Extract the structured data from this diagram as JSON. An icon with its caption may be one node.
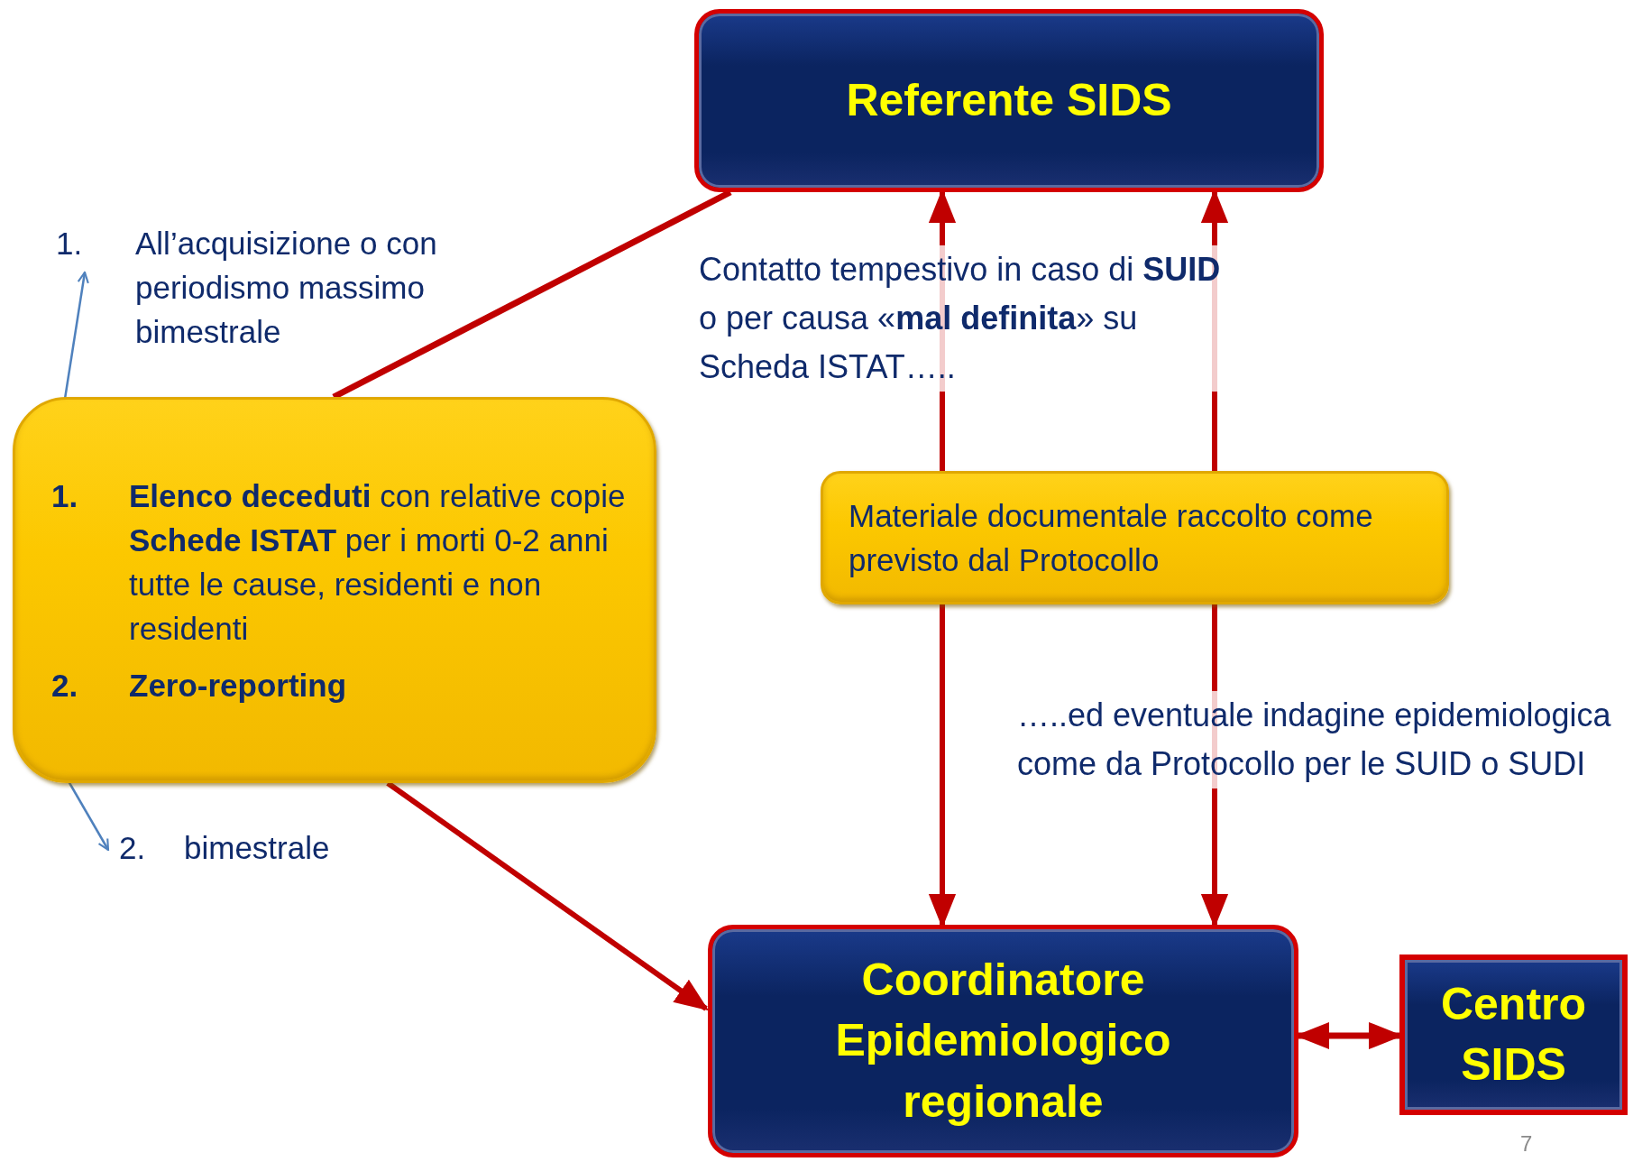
{
  "diagram": {
    "nodes": [
      {
        "text": [
          "Referente SIDS"
        ]
      },
      {
        "text": [
          "1.",
          "All’acquisizione o con periodismo massimo bimestrale"
        ]
      },
      {
        "text": [
          "1.",
          "**Elenco deceduti** con relative copie **Schede ISTAT** per i morti 0-2 anni tutte le cause, residenti e non residenti",
          "2.",
          "Zero-reporting"
        ]
      },
      {
        "text": [
          "Materiale documentale raccolto come previsto dal Protocollo"
        ]
      },
      {
        "text": [
          "2.",
          "bimestrale"
        ]
      },
      {
        "text": [
          "Coordinatore Epidemiologico regionale"
        ]
      },
      {
        "text": [
          "Centro SIDS"
        ]
      }
    ],
    "edges": [
      {
        "from": 2,
        "to": 0,
        "arrow": "none"
      },
      {
        "from": 2,
        "to": 5,
        "arrow": "to"
      },
      {
        "from": 3,
        "to": 0,
        "arrow": "to"
      },
      {
        "from": 3,
        "to": 0,
        "arrow": "to"
      },
      {
        "from": 3,
        "to": 5,
        "arrow": "to"
      },
      {
        "from": 3,
        "to": 5,
        "arrow": "to"
      },
      {
        "from": 5,
        "to": 6,
        "arrow": "both"
      },
      {
        "from": 2,
        "to": 1,
        "arrow": "to",
        "color": "#4f81bd"
      },
      {
        "from": 2,
        "to": 4,
        "arrow": "to",
        "color": "#4f81bd"
      }
    ],
    "labels": [
      "Contatto tempestivo in caso di **SUID** o per causa «**mal definita**» su Scheda ISTAT…..",
      "…..ed eventuale indagine epidemiologica come da Protocollo per le SUID o SUDI",
      "7"
    ]
  }
}
